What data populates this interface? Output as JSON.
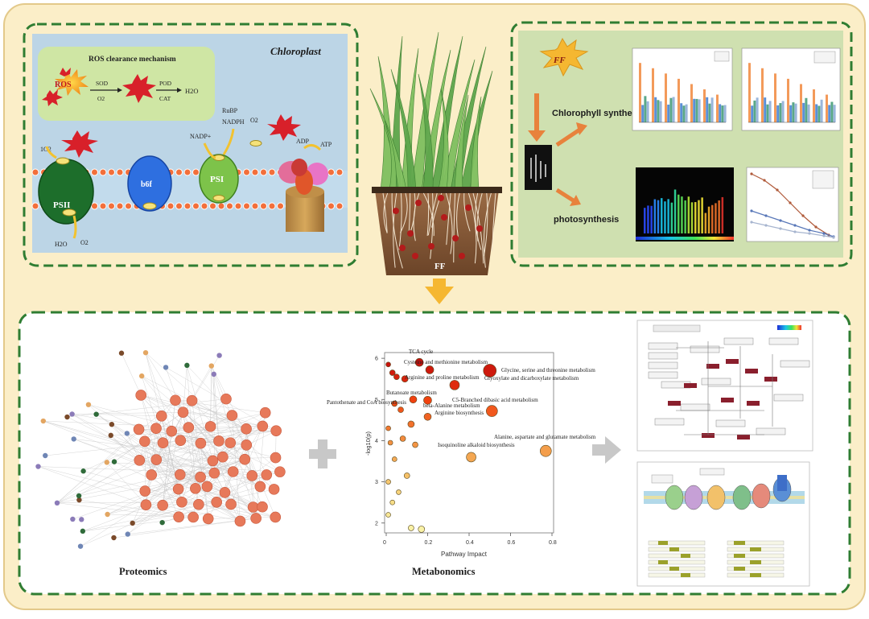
{
  "chloroplast": {
    "title": "Chloroplast",
    "ros_box": {
      "title": "ROS clearance mechanism",
      "ros": "ROS",
      "sod": "SOD",
      "o2": "O2",
      "pod": "POD",
      "cat": "CAT",
      "h2o": "H2O"
    },
    "singlet_o2": "1O2",
    "psii": "PSII",
    "b6f": "b6f",
    "psi": "PSI",
    "rubp": "RuBP",
    "nadp": "NADP+",
    "nadph": "NADPH",
    "o2_top": "O2",
    "adp": "ADP",
    "atp": "ATP",
    "h2o_bottom": "H2O",
    "o2_bottom": "O2"
  },
  "plant": {
    "label": "FF"
  },
  "photo_panel": {
    "ff_label": "FF",
    "chlorophyll": "Chlorophyll synthesis",
    "photosynthesis": "photosynthesis"
  },
  "metabolomics": {
    "x_label": "Pathway Impact",
    "y_label": "-log10(p)",
    "pathway_labels": [
      "TCA cycle",
      "Cysteine and methionine metabolism",
      "Glycine, serine and threonine metabolism",
      "Arginine and proline metabolism",
      "Glyoxylate and dicarboxylate metabolism",
      "Butanoate metabolism",
      "C5-Branched dibasic acid metabolism",
      "Pantothenate and CoA biosynthesis",
      "beta-Alanine metabolism",
      "Arginine biosynthesis",
      "Alanine, aspartate and glutamate metabolism",
      "Isoquinoline alkaloid biosynthesis"
    ]
  },
  "captions": {
    "proteomics": "Proteomics",
    "metabonomics": "Metabonomics"
  },
  "colors": {
    "background": "#fbeec8",
    "dashed_border": "#2f7d32",
    "arrow": "#f5b731",
    "thylakoid_blue": "#bcd5e6",
    "ros_red": "#d8202a",
    "node_orange": "#e7795a"
  },
  "chart_data": {
    "type": "scatter",
    "x_label": "Pathway Impact",
    "y_label": "-log10(p)",
    "x_ticks": [
      0,
      0.2,
      0.4,
      0.6,
      0.8
    ],
    "y_ticks": [
      2,
      3,
      4,
      5,
      6
    ],
    "xlim": [
      0,
      0.8
    ],
    "ylim": [
      1.8,
      6.1
    ],
    "points": [
      {
        "x": 0.16,
        "y": 5.9,
        "r": 5
      },
      {
        "x": 0.21,
        "y": 5.72,
        "r": 5
      },
      {
        "x": 0.5,
        "y": 5.7,
        "r": 8
      },
      {
        "x": 0.03,
        "y": 5.65,
        "r": 3.5
      },
      {
        "x": 0.05,
        "y": 5.55,
        "r": 3.5
      },
      {
        "x": 0.09,
        "y": 5.5,
        "r": 4
      },
      {
        "x": 0.33,
        "y": 5.35,
        "r": 6
      },
      {
        "x": 0.01,
        "y": 5.85,
        "r": 3
      },
      {
        "x": 0.13,
        "y": 5.0,
        "r": 4.5
      },
      {
        "x": 0.2,
        "y": 4.98,
        "r": 5
      },
      {
        "x": 0.04,
        "y": 4.9,
        "r": 3.5
      },
      {
        "x": 0.51,
        "y": 4.72,
        "r": 7
      },
      {
        "x": 0.07,
        "y": 4.75,
        "r": 3.5
      },
      {
        "x": 0.2,
        "y": 4.58,
        "r": 4.5
      },
      {
        "x": 0.12,
        "y": 4.4,
        "r": 4
      },
      {
        "x": 0.77,
        "y": 3.75,
        "r": 7
      },
      {
        "x": 0.41,
        "y": 3.6,
        "r": 6
      },
      {
        "x": 0.08,
        "y": 4.05,
        "r": 3.5
      },
      {
        "x": 0.14,
        "y": 3.9,
        "r": 3.5
      },
      {
        "x": 0.01,
        "y": 4.3,
        "r": 3
      },
      {
        "x": 0.02,
        "y": 3.95,
        "r": 3
      },
      {
        "x": 0.04,
        "y": 3.55,
        "r": 3
      },
      {
        "x": 0.1,
        "y": 3.15,
        "r": 3.5
      },
      {
        "x": 0.06,
        "y": 2.75,
        "r": 3
      },
      {
        "x": 0.01,
        "y": 3.0,
        "r": 3
      },
      {
        "x": 0.03,
        "y": 2.5,
        "r": 3
      },
      {
        "x": 0.01,
        "y": 2.2,
        "r": 3
      },
      {
        "x": 0.12,
        "y": 1.88,
        "r": 3.5
      },
      {
        "x": 0.17,
        "y": 1.85,
        "r": 4
      }
    ]
  }
}
